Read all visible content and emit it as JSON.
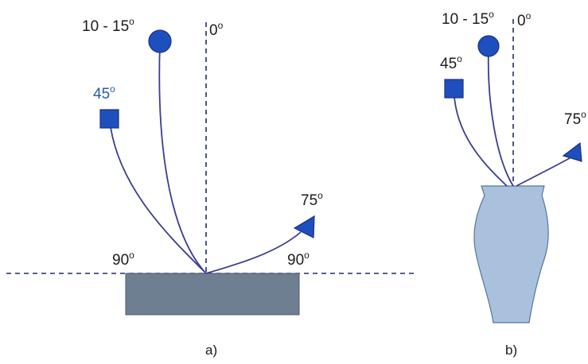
{
  "diagram_a": {
    "labels": {
      "angle_10_15": "10 - 15",
      "angle_0": "0",
      "angle_45": "45",
      "angle_75": "75",
      "angle_90_left": "90",
      "angle_90_right": "90"
    },
    "degree_symbol": "o",
    "caption": "a)"
  },
  "diagram_b": {
    "labels": {
      "angle_10_15": "10 - 15",
      "angle_0": "0",
      "angle_45": "45",
      "angle_75": "75"
    },
    "degree_symbol": "o",
    "caption": "b)"
  },
  "colors": {
    "flower_blue": "#1e4fbf",
    "stem": "#3c3c92",
    "dashed_guide": "#1f2a78",
    "block_grey": "#6f7f92",
    "vase_blue": "#a9c1dd",
    "label_45_blue": "#2a5ab5"
  }
}
